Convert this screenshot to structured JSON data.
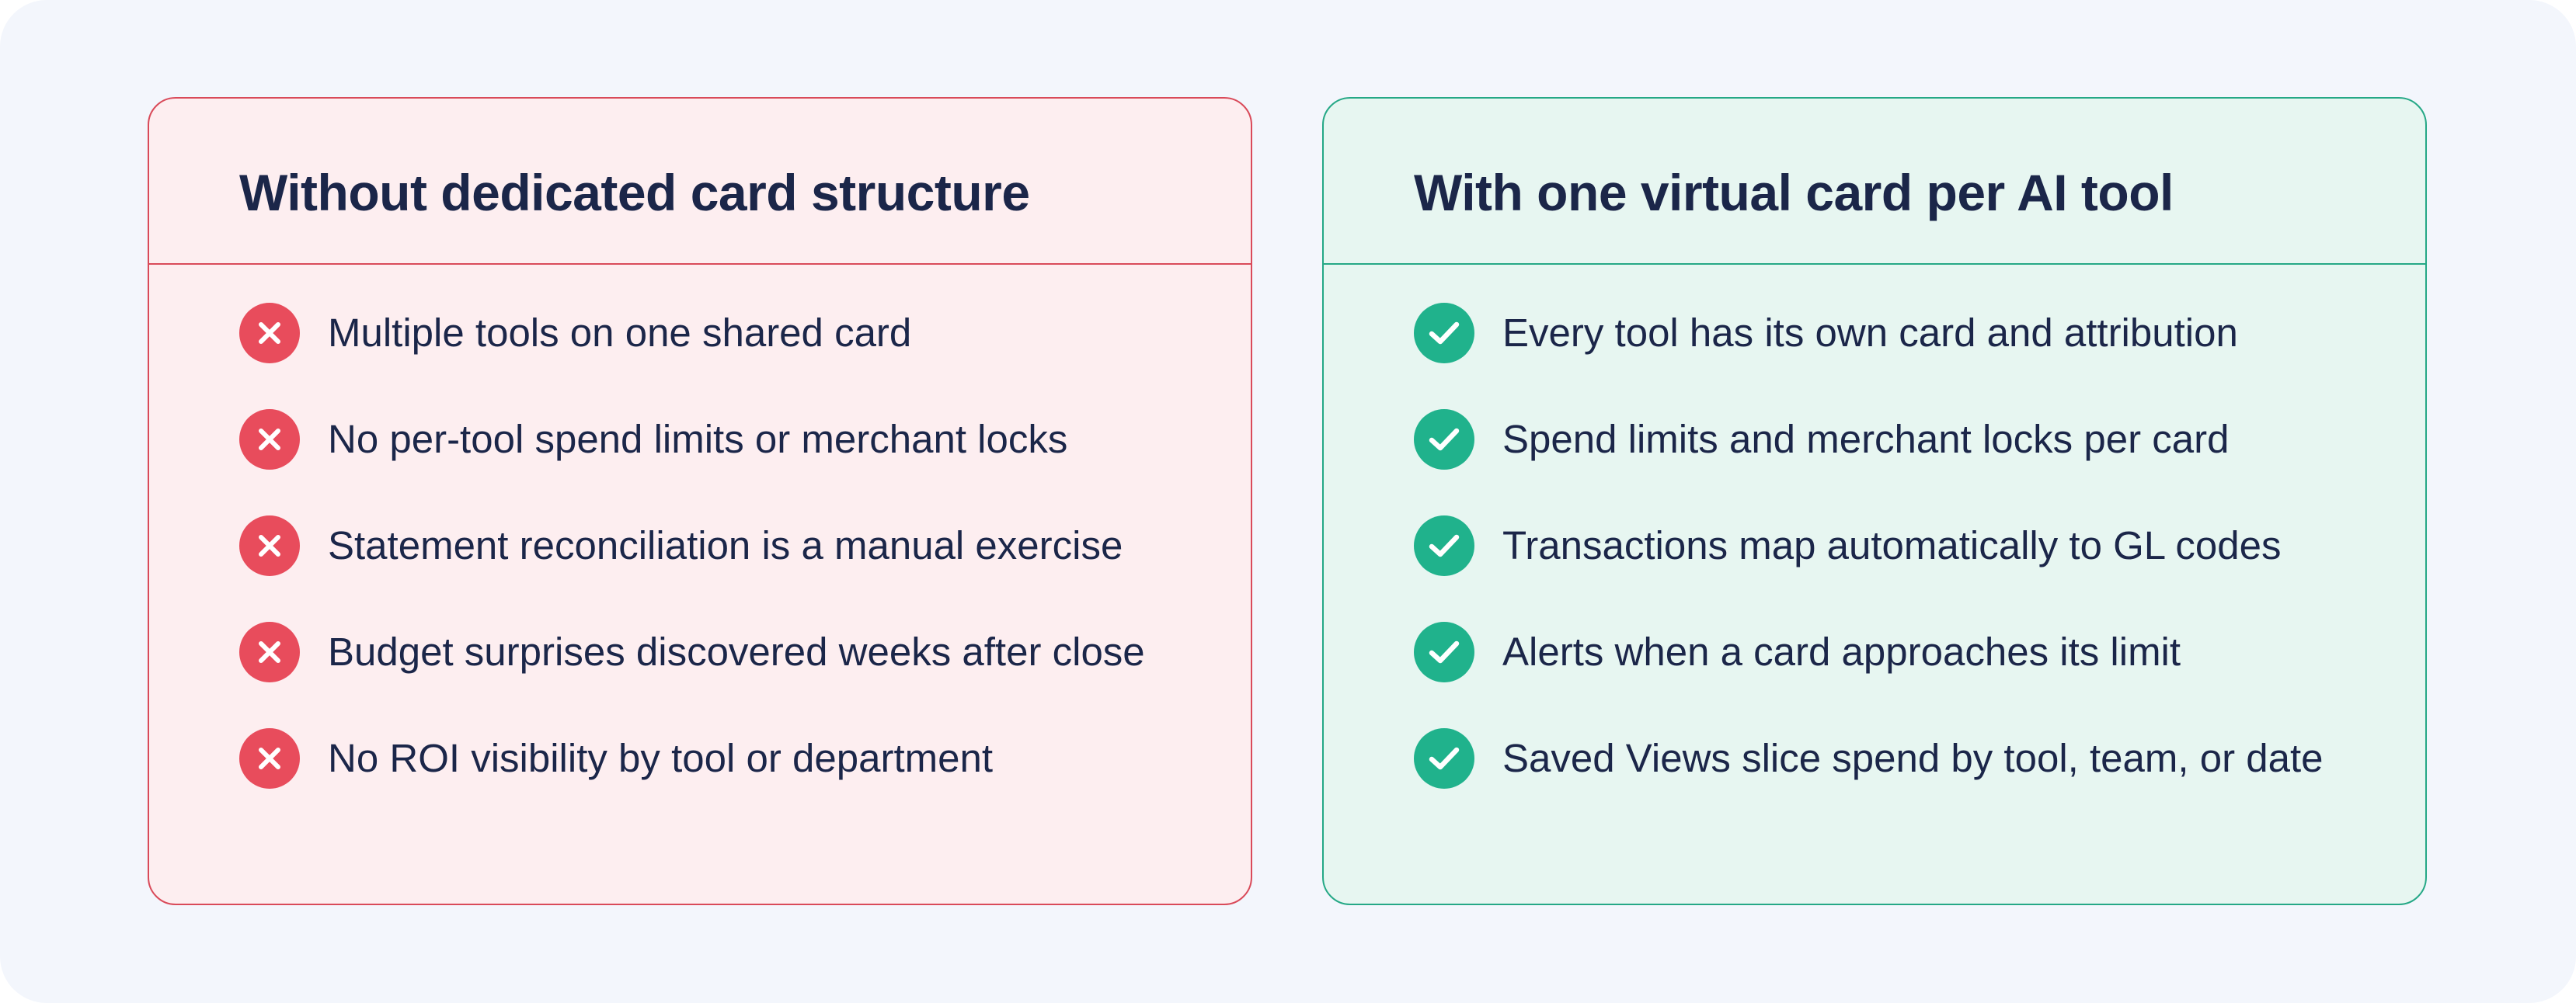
{
  "comparison": {
    "without": {
      "title": "Without dedicated card structure",
      "accent": "#e84c5c",
      "icon": "x-circle-icon",
      "items": [
        "Multiple tools on one shared card",
        "No per-tool spend limits or merchant locks",
        "Statement reconciliation is a manual exercise",
        "Budget surprises discovered weeks after close",
        "No ROI visibility by tool or department"
      ]
    },
    "with": {
      "title": "With one virtual card per AI tool",
      "accent": "#20b28c",
      "icon": "check-circle-icon",
      "items": [
        "Every tool has its own card and attribution",
        "Spend limits and merchant locks per card",
        "Transactions map automatically to GL codes",
        "Alerts when a card approaches its limit",
        "Saved Views slice spend by tool, team, or date"
      ]
    }
  }
}
